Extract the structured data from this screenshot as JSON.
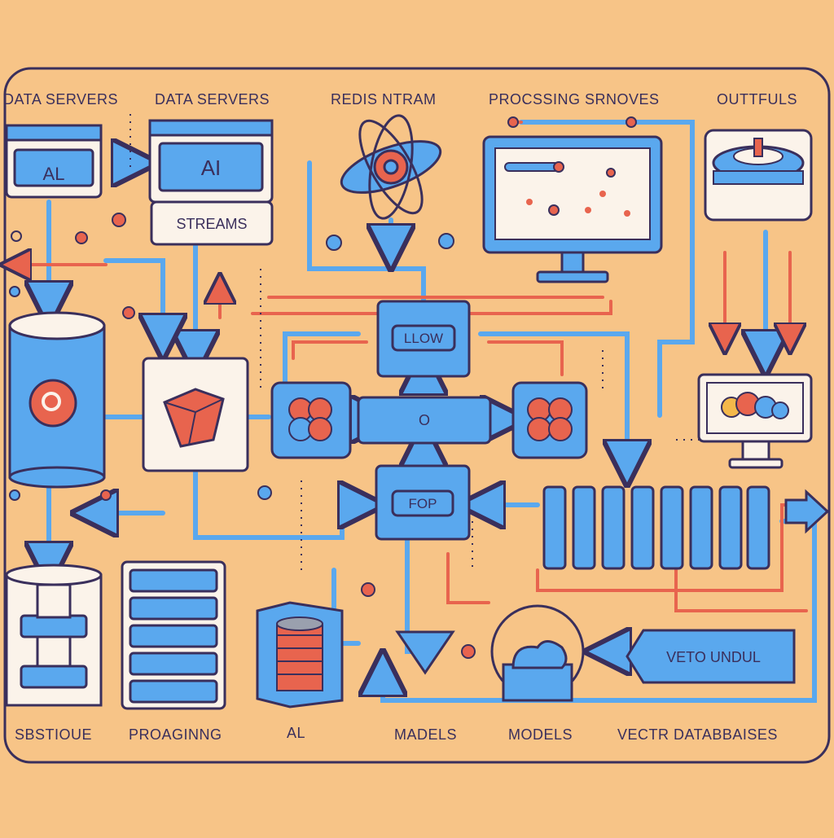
{
  "headers": {
    "data_servers_1": "DATA SERVERS",
    "data_servers_2": "DATA SERVERS",
    "redis_stream": "REDIS NTRAM",
    "processing_services": "PROCSSING SRNOVES",
    "outputs": "OUTTFULS"
  },
  "boxes": {
    "ai_left": "AL",
    "ai_main": "AI",
    "streams": "STREAMS",
    "flow": "LLOW",
    "center_hub": "O",
    "fop": "FOP",
    "vector_unit": "VETO UNDUL"
  },
  "footers": {
    "storage": "SBSTIOUE",
    "processing": "PROAGINNG",
    "ai": "AL",
    "models_1": "MADELS",
    "models_2": "MODELS",
    "vector_databases": "VECTR DATABBAISES"
  },
  "colors": {
    "background": "#F7C487",
    "primary_blue": "#5AA8EE",
    "accent_red": "#E8644E",
    "outline": "#3a2f5c",
    "panel_white": "#FBF3EA"
  }
}
